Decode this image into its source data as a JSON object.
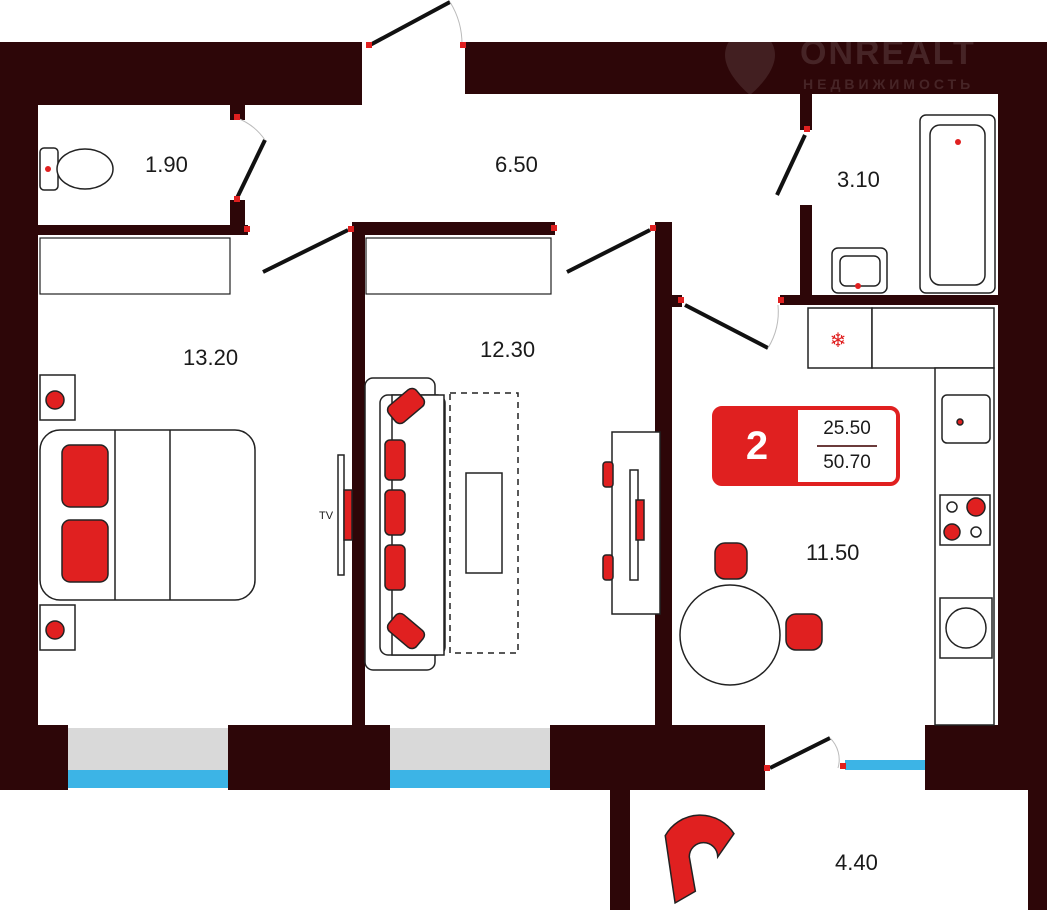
{
  "colors": {
    "wall": "#2d0608",
    "accent": "#e02020",
    "window_blue": "#3cb4e6",
    "window_gray": "#d9d9d9"
  },
  "logo": {
    "brand": "ONREALT",
    "subtitle": "НЕДВИЖИМОСТЬ"
  },
  "rooms": {
    "wc": "1.90",
    "hall": "6.50",
    "bath": "3.10",
    "bedroom": "13.20",
    "living": "12.30",
    "kitchen": "11.50",
    "balcony": "4.40"
  },
  "tv_label": "TV",
  "badge": {
    "rooms": "2",
    "living_area": "25.50",
    "total_area": "50.70"
  }
}
